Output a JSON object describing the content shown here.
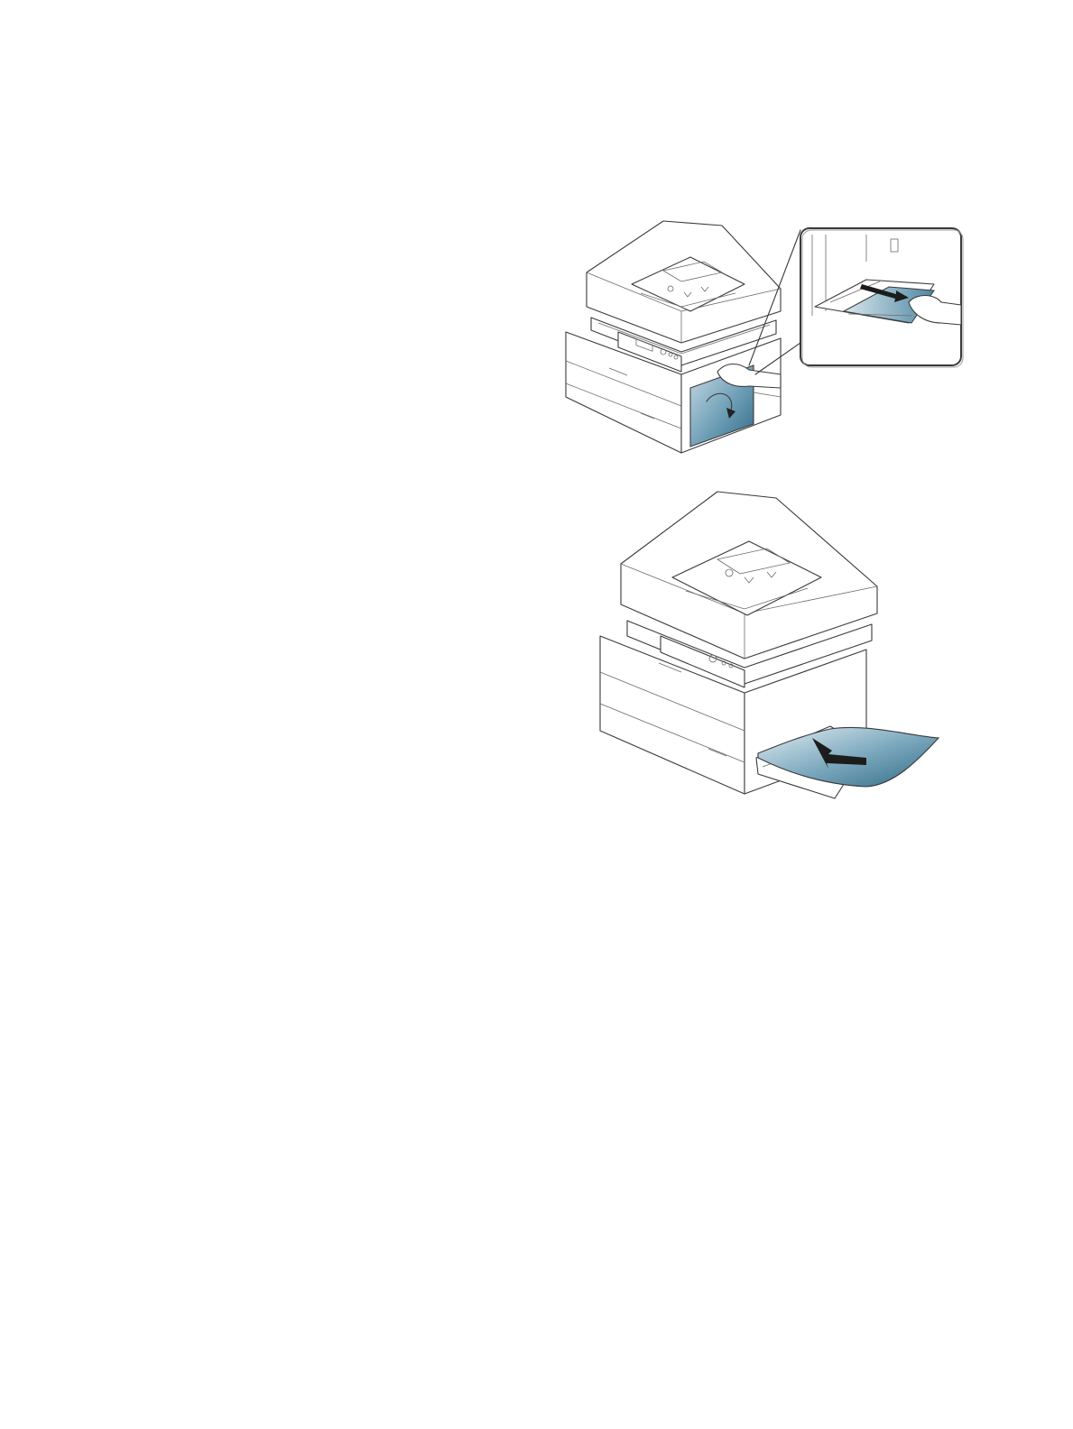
{
  "page": {
    "background": "#ffffff"
  },
  "figures": [
    {
      "id": "open-multipurpose-tray",
      "icons": [
        "printer-illustration",
        "hand-icon",
        "curved-arrow-down-icon",
        "magnifier-inset",
        "extend-tray-arrow-icon"
      ],
      "accent_color": "#5e94ad"
    },
    {
      "id": "load-paper-multipurpose-tray",
      "icons": [
        "printer-illustration",
        "paper-sheet",
        "insert-arrow-icon"
      ],
      "accent_color": "#5e94ad"
    }
  ]
}
